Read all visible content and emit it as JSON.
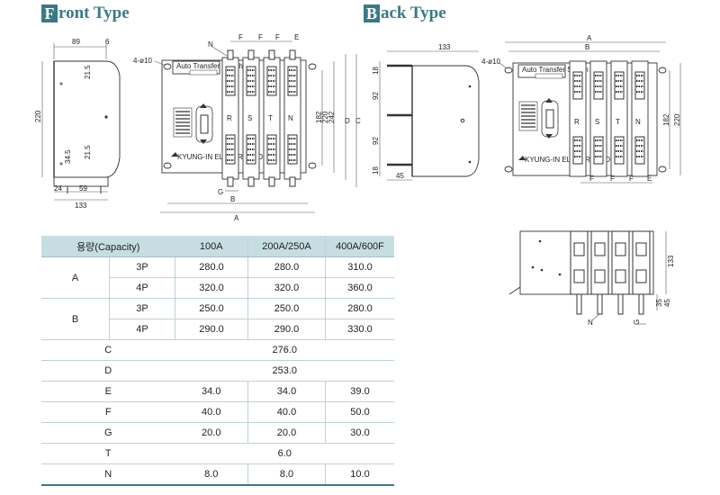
{
  "front": {
    "initial": "F",
    "rest": "ront Type"
  },
  "back": {
    "initial": "B",
    "rest": "ack Type"
  },
  "front_dims": {
    "w89": "89",
    "w6": "6",
    "h215a": "21.5",
    "h220": "220",
    "h345": "34.5",
    "h215b": "21.5",
    "w24": "24",
    "w59": "59",
    "w133": "133",
    "hole": "4-ø10",
    "n": "N",
    "f1": "F",
    "f2": "F",
    "f3": "F",
    "e": "E",
    "d": "D",
    "c": "C",
    "v182": "182",
    "v220": "220",
    "v242": "242",
    "g": "G",
    "b": "B",
    "a": "A",
    "label_title": "Auto Transfer Switch",
    "brand": "KYUNG-IN ELECTRIC CO.",
    "phases": [
      "R",
      "S",
      "T",
      "N"
    ]
  },
  "back_dims": {
    "w133": "133",
    "h18a": "18",
    "h92a": "92",
    "h92b": "92",
    "h18b": "18",
    "w45": "45",
    "hole": "4-ø10",
    "a": "A",
    "b": "B",
    "v182": "182",
    "v220": "220",
    "f1": "F",
    "f2": "F",
    "f3": "F",
    "e": "E",
    "label_title": "Auto Transfer Switch",
    "brand": "KYUNG-IN ELECTRIC CO.",
    "phases": [
      "R",
      "S",
      "T",
      "N"
    ]
  },
  "side_dims": {
    "h133": "133",
    "h35": "35",
    "h45": "45",
    "n": "N",
    "g": "G"
  },
  "table": {
    "header": [
      "용량(Capacity)",
      "100A",
      "200A/250A",
      "400A/600F"
    ],
    "a_label": "A",
    "b_label": "B",
    "a3p": [
      "3P",
      "280.0",
      "280.0",
      "310.0"
    ],
    "a4p": [
      "4P",
      "320.0",
      "320.0",
      "360.0"
    ],
    "b3p": [
      "3P",
      "250.0",
      "250.0",
      "280.0"
    ],
    "b4p": [
      "4P",
      "290.0",
      "290.0",
      "330.0"
    ],
    "c": [
      "C",
      "276.0"
    ],
    "d": [
      "D",
      "253.0"
    ],
    "e": [
      "E",
      "34.0",
      "34.0",
      "39.0"
    ],
    "f": [
      "F",
      "40.0",
      "40.0",
      "50.0"
    ],
    "g": [
      "G",
      "20.0",
      "20.0",
      "30.0"
    ],
    "t": [
      "T",
      "6.0"
    ],
    "n": [
      "N",
      "8.0",
      "8.0",
      "10.0"
    ]
  }
}
